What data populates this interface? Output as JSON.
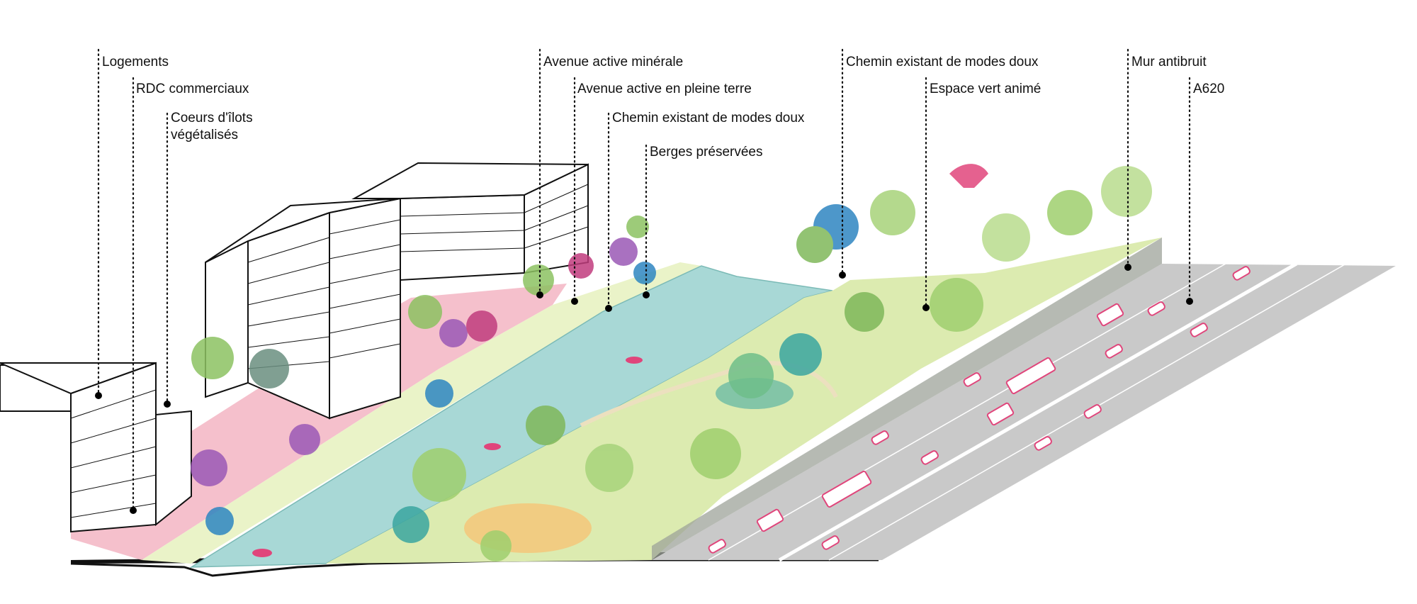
{
  "labels": [
    {
      "id": "logements",
      "text": "Logements"
    },
    {
      "id": "rdc",
      "text": "RDC commerciaux"
    },
    {
      "id": "coeurs1",
      "text": "Coeurs d'îlots"
    },
    {
      "id": "coeurs2",
      "text": "végétalisés"
    },
    {
      "id": "avenue-minerale",
      "text": "Avenue active minérale"
    },
    {
      "id": "avenue-pleine-terre",
      "text": "Avenue active en pleine terre"
    },
    {
      "id": "chemin-1",
      "text": "Chemin existant de modes doux"
    },
    {
      "id": "berges",
      "text": "Berges préservées"
    },
    {
      "id": "chemin-2",
      "text": "Chemin existant de modes doux"
    },
    {
      "id": "espace-vert",
      "text": "Espace vert animé"
    },
    {
      "id": "mur",
      "text": "Mur antibruit"
    },
    {
      "id": "a620",
      "text": "A620"
    }
  ],
  "colors": {
    "water": "#a8d8d6",
    "park": "#dcebb0",
    "park_light": "#eaf3c8",
    "road": "#c9c9c9",
    "wall": "#9ea39a",
    "building": "#ffffff",
    "accent_pink": "#e0457b",
    "tree_green": "#8dc262",
    "tree_teal": "#3aa6a0",
    "tree_blue": "#2e86c1",
    "tree_purple": "#9b59b6",
    "plaza_pink": "#f4b9c7",
    "playground": "#f4c77a"
  }
}
